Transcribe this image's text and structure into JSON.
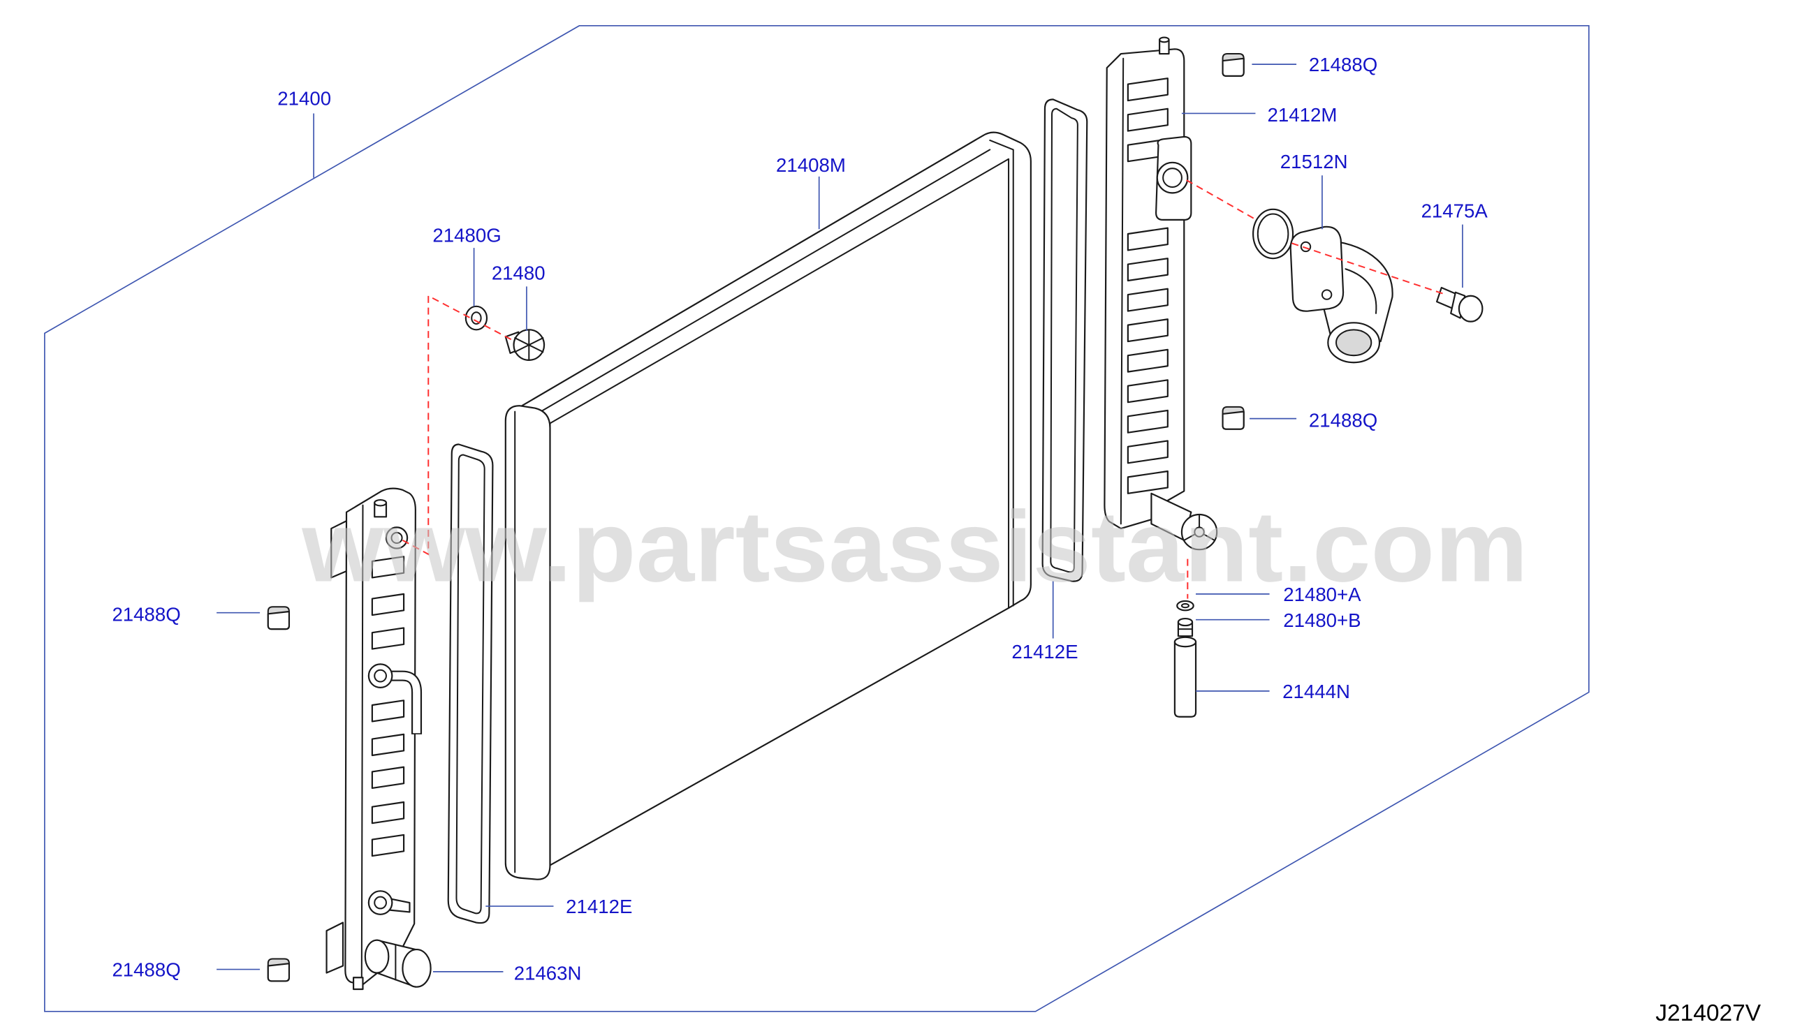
{
  "colors": {
    "callout_text": "#1414c8",
    "leader_line": "#3d55b0",
    "assembly_dash": "#ff3030",
    "part_line": "#1a1a1a",
    "watermark": "#c8c8c8",
    "figure_code": "#000000"
  },
  "watermark": "www.partsassistant.com",
  "figure_code": "J214027V",
  "callouts": [
    "21400",
    "21408M",
    "21480G",
    "21480",
    "21488Q",
    "21412M",
    "21512N",
    "21475A",
    "21488Q",
    "21480+A",
    "21480+B",
    "21412E",
    "21444N",
    "21488Q",
    "21412E",
    "21488Q",
    "21463N"
  ]
}
